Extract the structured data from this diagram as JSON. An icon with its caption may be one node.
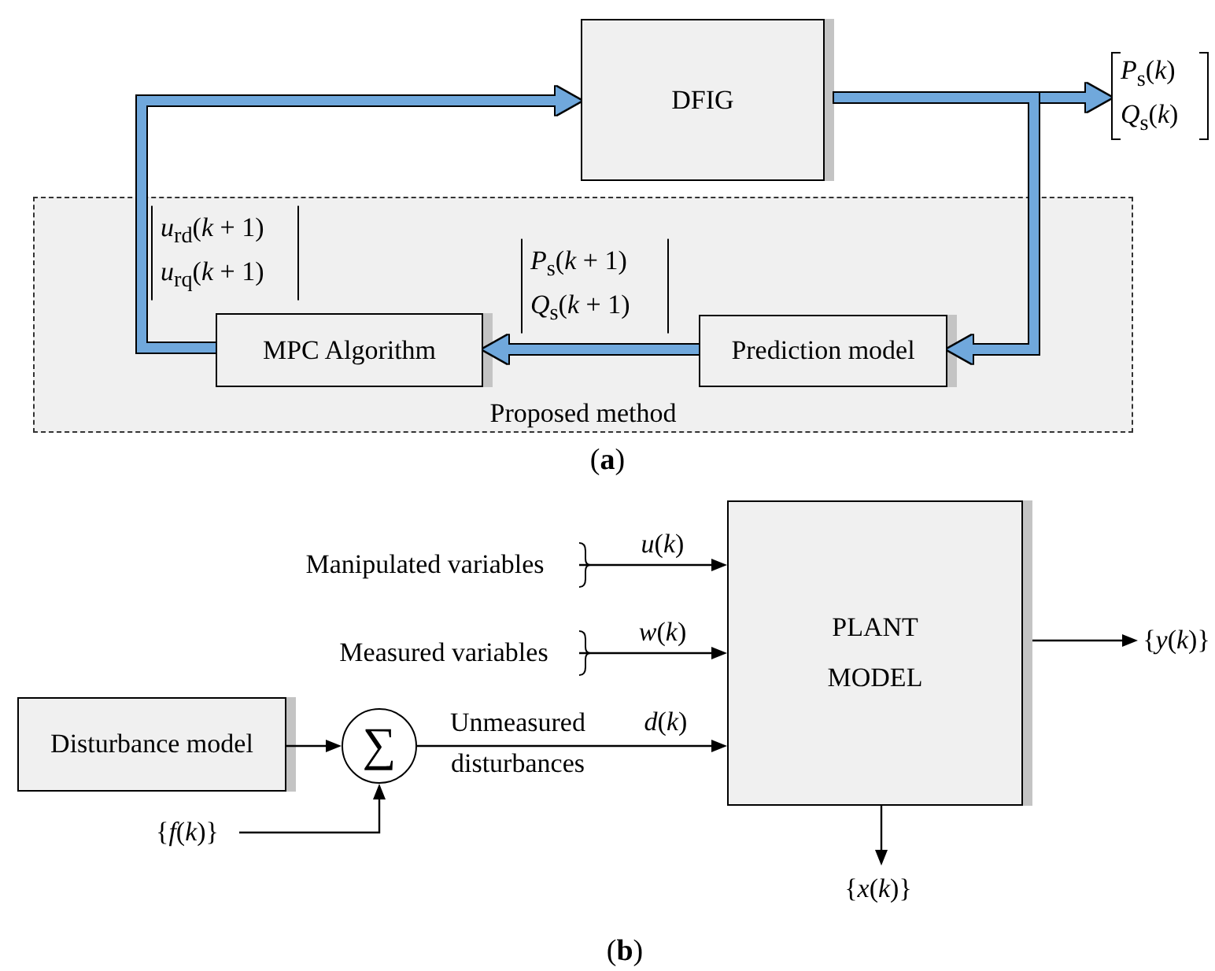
{
  "diagram": {
    "nodes": [
      {
        "text": [
          "Proposed method"
        ]
      },
      {
        "text": [
          "DFIG"
        ]
      },
      {
        "text": [
          "MPC Algorithm"
        ],
        "in": 0
      },
      {
        "text": [
          "Prediction model"
        ],
        "in": 0
      },
      {
        "text": [
          "*P*$_{s}$(*k*) *Q*$_{s}$(*k*)"
        ]
      },
      {
        "text": [
          "PLANT MODEL"
        ]
      },
      {
        "text": [
          "Disturbance model"
        ]
      },
      {
        "text": [
          "∑"
        ]
      },
      {
        "text": [
          "Manipulated variables"
        ]
      },
      {
        "text": [
          "Measured variables"
        ]
      },
      {
        "text": [
          "{*f*(*k*)}"
        ]
      },
      {
        "text": [
          "{*y*(*k*)}"
        ]
      },
      {
        "text": [
          "{*x*(*k*)}"
        ]
      }
    ],
    "edges": [
      {
        "from": 2,
        "to": 1,
        "arrow": "to",
        "label": "*u*$_{rd}$(*k* + 1) *u*$_{rq}$(*k* + 1)",
        "style": "thick",
        "color": "#6fa8dc"
      },
      {
        "from": 1,
        "to": 4,
        "arrow": "to",
        "style": "thick",
        "color": "#6fa8dc"
      },
      {
        "from": 1,
        "to": 3,
        "arrow": "to",
        "style": "thick",
        "color": "#6fa8dc"
      },
      {
        "from": 3,
        "to": 2,
        "arrow": "to",
        "label": "*P*$_{s}$(*k* + 1) *Q*$_{s}$(*k* + 1)",
        "style": "thick",
        "color": "#6fa8dc"
      },
      {
        "from": 8,
        "to": 5,
        "arrow": "to",
        "label": "*u*(*k*)"
      },
      {
        "from": 9,
        "to": 5,
        "arrow": "to",
        "label": "*w*(*k*)"
      },
      {
        "from": 6,
        "to": 7,
        "arrow": "to"
      },
      {
        "from": 10,
        "to": 7,
        "arrow": "to"
      },
      {
        "from": 7,
        "to": 5,
        "arrow": "to",
        "label": "*d*(*k*)"
      },
      {
        "from": 5,
        "to": 11,
        "arrow": "to"
      },
      {
        "from": 5,
        "to": 12,
        "arrow": "to"
      }
    ],
    "labels": [
      "(**a**)",
      "Unmeasured disturbances",
      "(**b**)"
    ]
  }
}
